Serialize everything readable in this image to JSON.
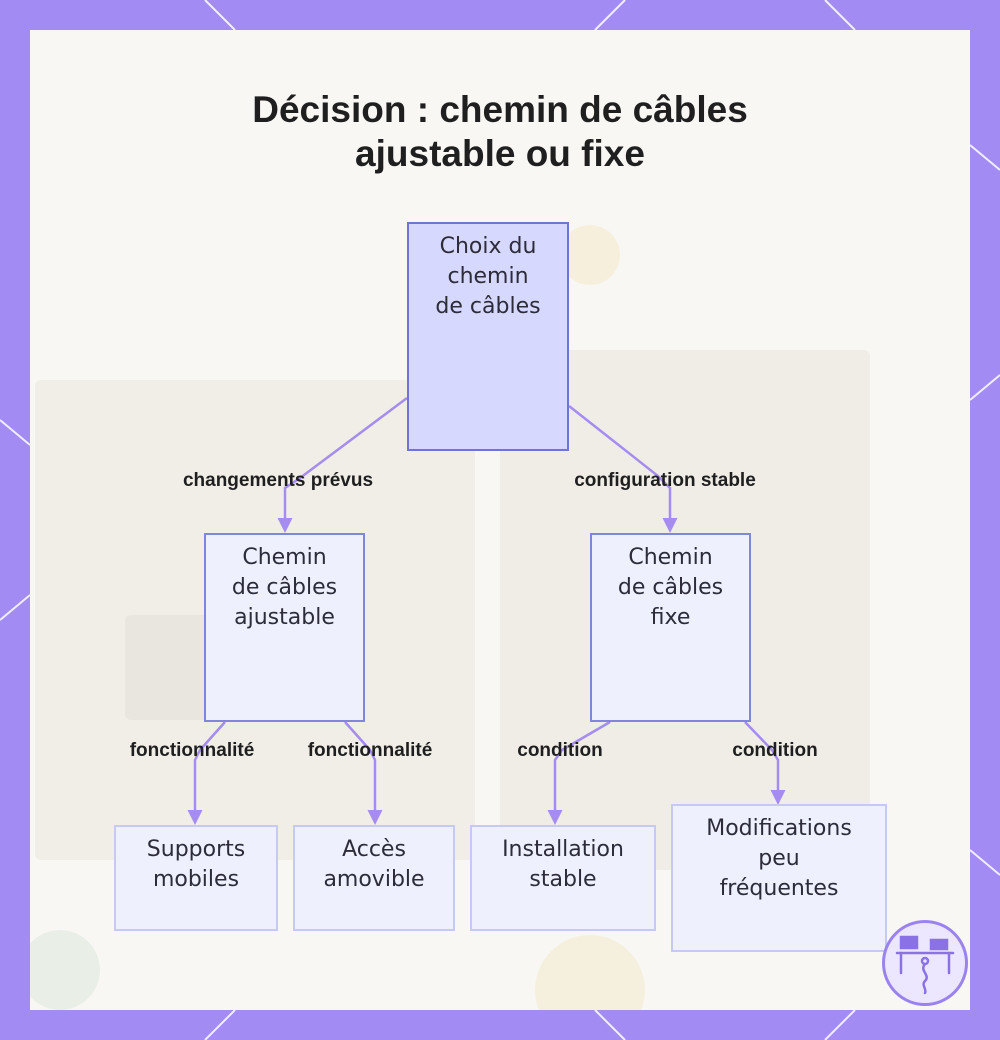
{
  "title": {
    "line1": "Décision : chemin de câbles",
    "line2": "ajustable ou fixe"
  },
  "nodes": {
    "root": {
      "lines": [
        "Choix du",
        "chemin",
        "de câbles"
      ]
    },
    "adjustable": {
      "lines": [
        "Chemin",
        "de câbles",
        "ajustable"
      ]
    },
    "fixed": {
      "lines": [
        "Chemin",
        "de câbles",
        "fixe"
      ]
    },
    "mobile": {
      "lines": [
        "Supports",
        "mobiles"
      ]
    },
    "removable": {
      "lines": [
        "Accès",
        "amovible"
      ]
    },
    "stable": {
      "lines": [
        "Installation",
        "stable"
      ]
    },
    "infrequent": {
      "lines": [
        "Modifications",
        "peu",
        "fréquentes"
      ]
    }
  },
  "edges": {
    "planned_changes": "changements prévus",
    "stable_config": "configuration stable",
    "feature_1": "fonctionnalité",
    "feature_2": "fonctionnalité",
    "condition_1": "condition",
    "condition_2": "condition"
  },
  "colors": {
    "frame": "#a28cf3",
    "node_main_fill": "#d6d8fd",
    "node_border": "#6e74d8",
    "edge": "#a48cf0"
  },
  "logo_icon": "desk-cable-logo-icon"
}
